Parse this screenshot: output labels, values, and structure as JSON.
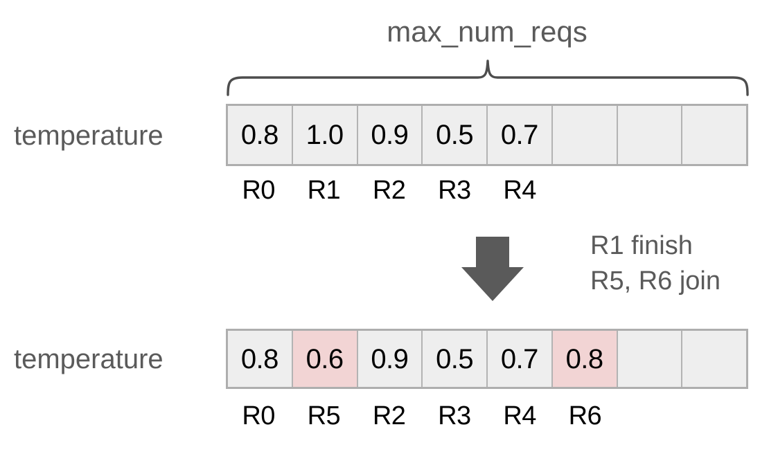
{
  "diagram": {
    "title": "max_num_reqs",
    "brace_label": "max_num_reqs",
    "colors": {
      "cell_fill": "#eeeeee",
      "cell_highlight": "#f2d4d4",
      "cell_border": "#b3b3b3",
      "array_border": "#aeaeae",
      "label_text": "#5a5a5a",
      "value_text": "#000000",
      "arrow_fill": "#5a5a5a",
      "background": "#ffffff"
    },
    "states": [
      {
        "row_label": "temperature",
        "slot_count": 8,
        "cells": [
          {
            "value": "0.8",
            "index_label": "R0",
            "highlight": false,
            "occupied": true
          },
          {
            "value": "1.0",
            "index_label": "R1",
            "highlight": false,
            "occupied": true
          },
          {
            "value": "0.9",
            "index_label": "R2",
            "highlight": false,
            "occupied": true
          },
          {
            "value": "0.5",
            "index_label": "R3",
            "highlight": false,
            "occupied": true
          },
          {
            "value": "0.7",
            "index_label": "R4",
            "highlight": false,
            "occupied": true
          },
          {
            "value": "",
            "index_label": "",
            "highlight": false,
            "occupied": false
          },
          {
            "value": "",
            "index_label": "",
            "highlight": false,
            "occupied": false
          },
          {
            "value": "",
            "index_label": "",
            "highlight": false,
            "occupied": false
          }
        ]
      },
      {
        "row_label": "temperature",
        "slot_count": 8,
        "cells": [
          {
            "value": "0.8",
            "index_label": "R0",
            "highlight": false,
            "occupied": true
          },
          {
            "value": "0.6",
            "index_label": "R5",
            "highlight": true,
            "occupied": true
          },
          {
            "value": "0.9",
            "index_label": "R2",
            "highlight": false,
            "occupied": true
          },
          {
            "value": "0.5",
            "index_label": "R3",
            "highlight": false,
            "occupied": true
          },
          {
            "value": "0.7",
            "index_label": "R4",
            "highlight": false,
            "occupied": true
          },
          {
            "value": "0.8",
            "index_label": "R6",
            "highlight": true,
            "occupied": true
          },
          {
            "value": "",
            "index_label": "",
            "highlight": false,
            "occupied": false
          },
          {
            "value": "",
            "index_label": "",
            "highlight": false,
            "occupied": false
          }
        ]
      }
    ],
    "transition": {
      "arrow_direction": "down",
      "notes": [
        "R1 finish",
        "R5, R6 join"
      ]
    }
  }
}
